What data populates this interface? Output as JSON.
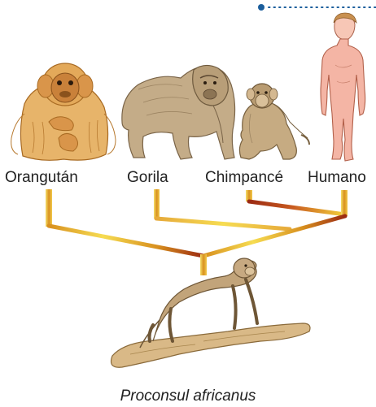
{
  "labels": {
    "orangutan": "Orangután",
    "gorila": "Gorila",
    "chimpance": "Chimpancé",
    "humano": "Humano",
    "ancestor": "Proconsul africanus"
  },
  "colors": {
    "branch_light": "#f3d13a",
    "branch_mid": "#d8901f",
    "branch_dark": "#9b2a12",
    "accent_dot": "#1b5e9c",
    "fur_orangutan": "#e7b46a",
    "fur_gorilla": "#c4ac88",
    "fur_chimp": "#c6ab82",
    "skin_human": "#f4b5a5",
    "fur_proconsul": "#c2a47a",
    "branch_wood": "#d9b987"
  }
}
